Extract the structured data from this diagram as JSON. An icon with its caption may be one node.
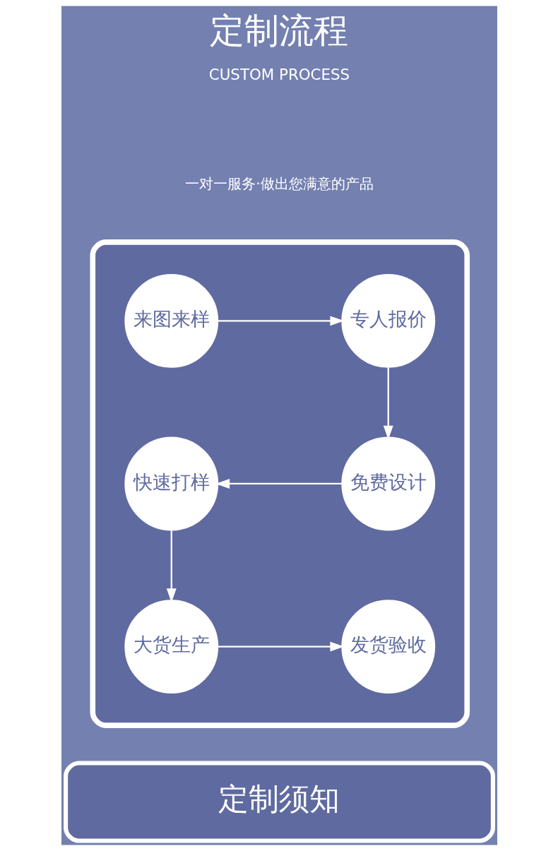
{
  "diagram": {
    "title": "定制流程",
    "nodes": [
      {
        "text": [],
        "shape": "box"
      },
      {
        "text": [
          "来图来样"
        ],
        "in": 0
      },
      {
        "text": [
          "专人报价"
        ],
        "in": 0
      },
      {
        "text": [
          "免费设计"
        ],
        "in": 0
      },
      {
        "text": [
          "快速打样"
        ],
        "in": 0
      },
      {
        "text": [
          "大货生产"
        ],
        "in": 0
      },
      {
        "text": [
          "发货验收"
        ],
        "in": 0
      },
      {
        "text": [
          "定制须知"
        ]
      }
    ],
    "edges": [
      {
        "from": 1,
        "to": 2,
        "arrow": "to"
      },
      {
        "from": 2,
        "to": 3,
        "arrow": "to"
      },
      {
        "from": 3,
        "to": 4,
        "arrow": "to"
      },
      {
        "from": 4,
        "to": 5,
        "arrow": "to"
      },
      {
        "from": 5,
        "to": 6,
        "arrow": "to"
      }
    ],
    "labels": [
      "CUSTOM PROCESS",
      "一对一服务·做出您满意的产品"
    ]
  }
}
